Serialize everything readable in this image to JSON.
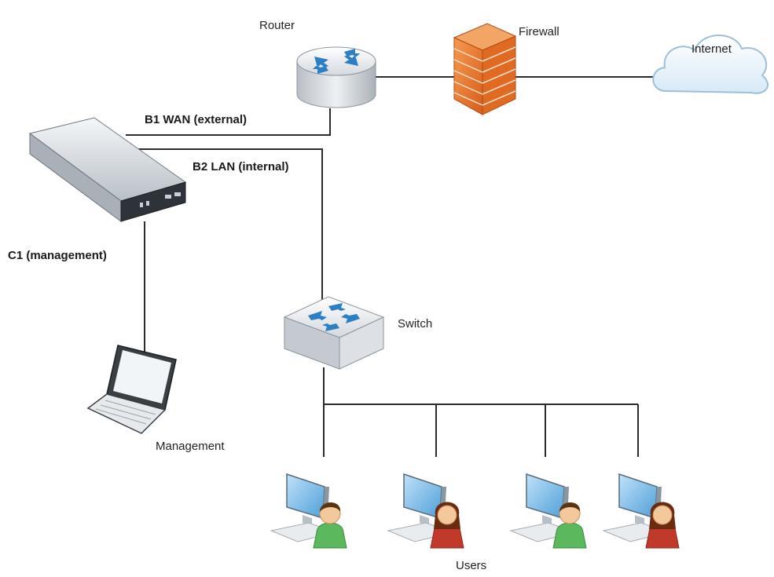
{
  "labels": {
    "router": "Router",
    "firewall": "Firewall",
    "internet": "Internet",
    "b1": "B1 WAN (external)",
    "b2": "B2 LAN (internal)",
    "c1": "C1 (management)",
    "switch": "Switch",
    "management": "Management",
    "users": "Users"
  },
  "colors": {
    "line": "#2b2b2b",
    "cloud": "#eaf4fc",
    "cloud_stroke": "#9dbfd8",
    "brick": "#e8762b",
    "router_body": "#d9dde1",
    "arrow_blue": "#2b7fc4",
    "screen": "#7bbde8",
    "male_shirt": "#5cb85c",
    "female_shirt": "#c0392b"
  },
  "icons": [
    "router-icon",
    "firewall-icon",
    "cloud-icon",
    "appliance-icon",
    "switch-icon",
    "laptop-icon",
    "user-workstation-icon"
  ]
}
